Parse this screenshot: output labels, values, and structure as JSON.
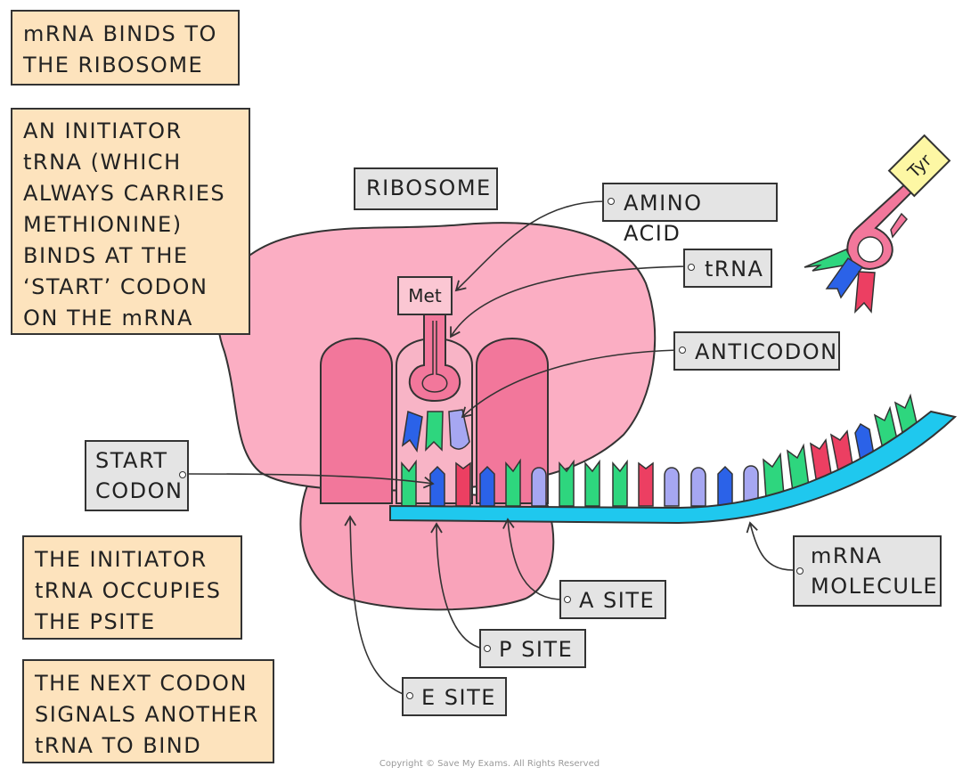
{
  "notes": {
    "mrna_binds": "mRNA BINDS TO\nTHE RIBOSOME",
    "initiator": "AN INITIATOR\ntRNA (WHICH\nALWAYS CARRIES\nMETHIONINE)\nBINDS AT THE\n‘START’ CODON\nON THE mRNA",
    "occupies": "THE INITIATOR\ntRNA OCCUPIES\nTHE PSITE",
    "next_codon": "THE NEXT CODON\nSIGNALS ANOTHER\ntRNA TO BIND"
  },
  "labels": {
    "ribosome": "RIBOSOME",
    "amino_acid": "AMINO ACID",
    "trna": "tRNA",
    "anticodon": "ANTICODON",
    "start_codon": "START\nCODON",
    "mrna_molecule": "mRNA\nMOLECULE",
    "a_site": "A SITE",
    "p_site": "P SITE",
    "e_site": "E SITE",
    "met": "Met",
    "tyr": "Tyr"
  },
  "colors": {
    "ribosome_large": "#fbaec3",
    "ribosome_small": "#f9a3ba",
    "site_pink": "#f2779b",
    "mrna_strand": "#1fc8ee",
    "note_fill": "#fde3bd",
    "label_fill": "#e4e4e4",
    "base_green": "#2ed67e",
    "base_blue": "#2b62e8",
    "base_red": "#ec3f62",
    "base_lilac": "#a6a7f2"
  },
  "copyright": "Copyright © Save My Exams. All Rights Reserved"
}
